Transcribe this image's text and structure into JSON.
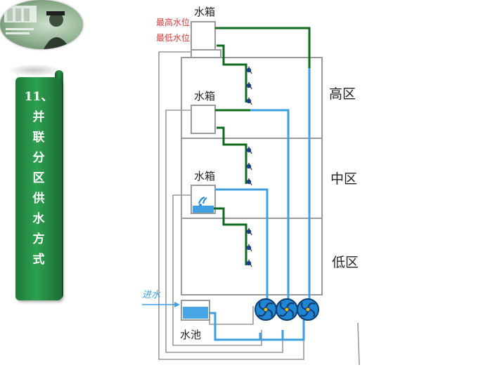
{
  "banner": {
    "text": "11、\n并\n联\n分\n区\n供\n水\n方\n式"
  },
  "labels": {
    "max_level": "最高水位",
    "min_level": "最低水位",
    "tank_top": "水箱",
    "tank_mid": "水箱",
    "tank_low": "水箱",
    "zone_high": "高区",
    "zone_mid": "中区",
    "zone_low": "低区",
    "inlet": "进水",
    "pool": "水池"
  },
  "colors": {
    "building_line": "#9a9a9a",
    "green_pipe": "#0f6a1d",
    "blue_pipe": "#3f9fe0",
    "pump": "#1f86d6",
    "max_level_text": "#d83a3a",
    "banner": "#2a934a"
  },
  "icons": [
    "faucet-icon",
    "pump-icon",
    "float-valve-icon"
  ]
}
